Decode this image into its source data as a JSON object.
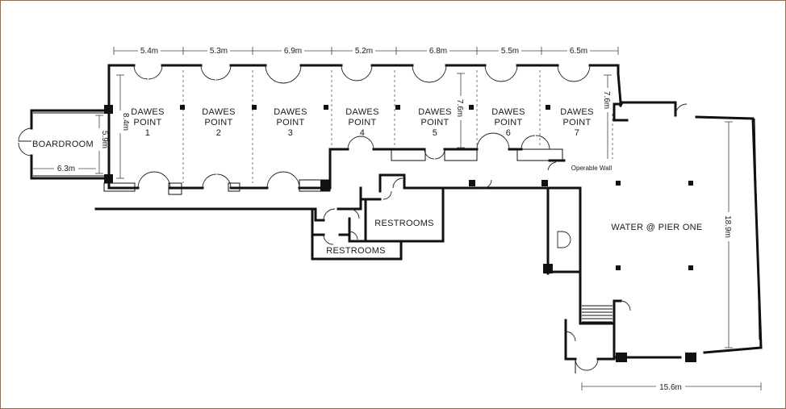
{
  "rooms": {
    "boardroom": "BOARDROOM",
    "dawes": [
      {
        "l1": "DAWES",
        "l2": "POINT",
        "n": "1"
      },
      {
        "l1": "DAWES",
        "l2": "POINT",
        "n": "2"
      },
      {
        "l1": "DAWES",
        "l2": "POINT",
        "n": "3"
      },
      {
        "l1": "DAWES",
        "l2": "POINT",
        "n": "4"
      },
      {
        "l1": "DAWES",
        "l2": "POINT",
        "n": "5"
      },
      {
        "l1": "DAWES",
        "l2": "POINT",
        "n": "6"
      },
      {
        "l1": "DAWES",
        "l2": "POINT",
        "n": "7"
      }
    ],
    "restrooms_upper": "RESTROOMS",
    "restrooms_lower": "RESTROOMS",
    "water": "WATER @ PIER ONE"
  },
  "dimensions": {
    "top": [
      "5.4m",
      "5.3m",
      "6.9m",
      "5.2m",
      "6.8m",
      "5.5m",
      "6.5m"
    ],
    "dawes_depth": "8.4m",
    "dawes5_depth": "7.6m",
    "dawes7_depth": "7.6m",
    "boardroom_depth": "5.9m",
    "boardroom_width": "6.3m",
    "water_depth": "18.9m",
    "water_width": "15.6m"
  },
  "notes": {
    "operable_wall": "Operable Wall"
  }
}
